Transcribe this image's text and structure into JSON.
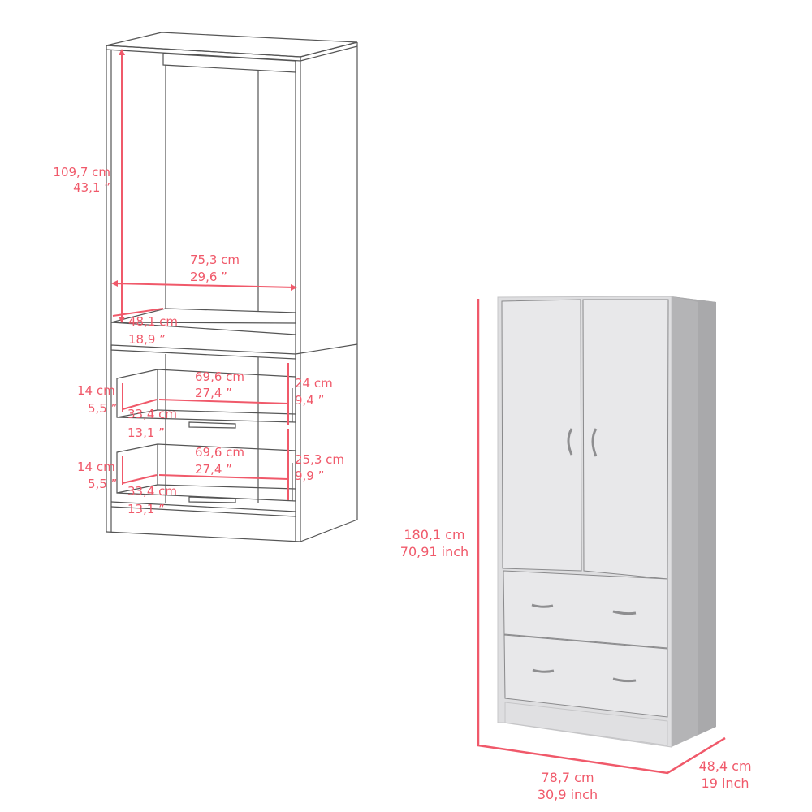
{
  "line_drawing": {
    "height_label": {
      "cm": "109,7 cm",
      "inch": "43,1 ”"
    },
    "upper_width_label": {
      "cm": "75,3 cm",
      "inch": "29,6 ”"
    },
    "upper_depth_label": {
      "cm": "48,1 cm",
      "inch": "18,9 ”"
    },
    "drawer_top": {
      "inner_height": {
        "cm": "14 cm",
        "inch": "5,5 ”"
      },
      "inner_width": {
        "cm": "69,6 cm",
        "inch": "27,4 ”"
      },
      "inner_depth": {
        "cm": "33,4 cm",
        "inch": "13,1 ”"
      },
      "opening_height": {
        "cm": "24 cm",
        "inch": "9,4 ”"
      }
    },
    "drawer_bottom": {
      "inner_height": {
        "cm": "14 cm",
        "inch": "5,5 ”"
      },
      "inner_width": {
        "cm": "69,6 cm",
        "inch": "27,4 ”"
      },
      "inner_depth": {
        "cm": "33,4 cm",
        "inch": "13,1 ”"
      },
      "opening_height": {
        "cm": "25,3 cm",
        "inch": "9,9 ”"
      }
    }
  },
  "product_render": {
    "total_height": {
      "cm": "180,1 cm",
      "inch": "70,91 inch"
    },
    "total_width": {
      "cm": "78,7 cm",
      "inch": "30,9 inch"
    },
    "total_depth": {
      "cm": "48,4 cm",
      "inch": "19 inch"
    }
  },
  "colors": {
    "dimension": "#f0596a",
    "cabinet_front": "#e6e6e8",
    "cabinet_side": "#b4b4b6",
    "outline": "#555555"
  }
}
